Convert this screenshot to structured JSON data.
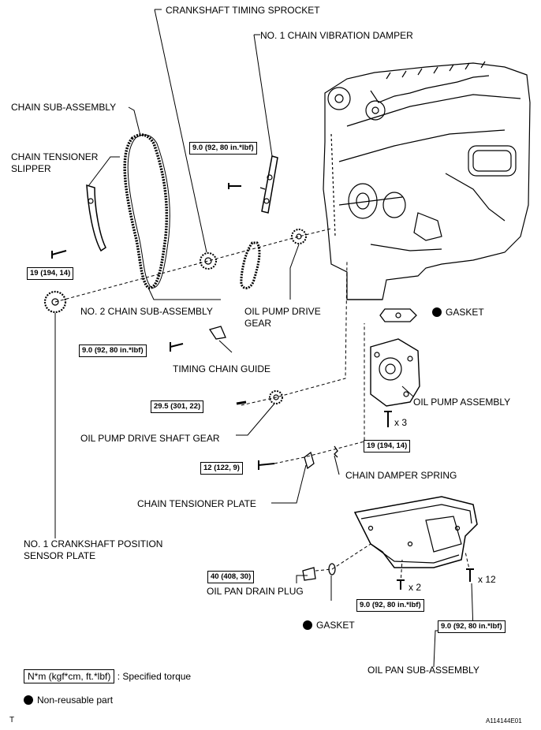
{
  "labels": {
    "crankshaft_timing_sprocket": "CRANKSHAFT TIMING SPROCKET",
    "no1_chain_vibration_damper": "NO. 1 CHAIN VIBRATION DAMPER",
    "chain_sub_assembly": "CHAIN SUB-ASSEMBLY",
    "chain_tensioner_slipper_1": "CHAIN TENSIONER",
    "chain_tensioner_slipper_2": "SLIPPER",
    "no2_chain_sub_assembly": "NO. 2 CHAIN SUB-ASSEMBLY",
    "oil_pump_drive_gear_1": "OIL PUMP DRIVE",
    "oil_pump_drive_gear_2": "GEAR",
    "gasket_pump": "GASKET",
    "timing_chain_guide": "TIMING CHAIN GUIDE",
    "oil_pump_assembly": "OIL PUMP ASSEMBLY",
    "oil_pump_drive_shaft_gear": "OIL PUMP DRIVE SHAFT GEAR",
    "chain_damper_spring": "CHAIN DAMPER SPRING",
    "chain_tensioner_plate": "CHAIN TENSIONER PLATE",
    "no1_crank_sensor_plate_1": "NO. 1 CRANKSHAFT POSITION",
    "no1_crank_sensor_plate_2": "SENSOR PLATE",
    "oil_pan_drain_plug": "OIL PAN DRAIN PLUG",
    "gasket_drain": "GASKET",
    "oil_pan_sub_assembly": "OIL PAN SUB-ASSEMBLY"
  },
  "torques": {
    "damper_bolt": "9.0 (92, 80 in.*lbf)",
    "slipper_bolt": "19 (194, 14)",
    "guide_bolt": "9.0 (92, 80 in.*lbf)",
    "drive_shaft_gear_nut": "29.5 (301, 22)",
    "pump_bolts": "19 (194, 14)",
    "tensioner_plate_bolt": "12 (122, 9)",
    "drain_plug": "40 (408, 30)",
    "pan_nuts": "9.0 (92, 80 in.*lbf)",
    "pan_bolts": "9.0 (92, 80 in.*lbf)"
  },
  "quantities": {
    "pump_bolts": "x 3",
    "pan_nuts": "x 2",
    "pan_bolts": "x 12"
  },
  "legend": {
    "torque_box": "N*m (kgf*cm, ft.*lbf)",
    "torque_text": ": Specified torque",
    "nonreusable_text": "Non-reusable part"
  },
  "footer": {
    "left_code": "T",
    "figure_id": "A114144E01"
  }
}
